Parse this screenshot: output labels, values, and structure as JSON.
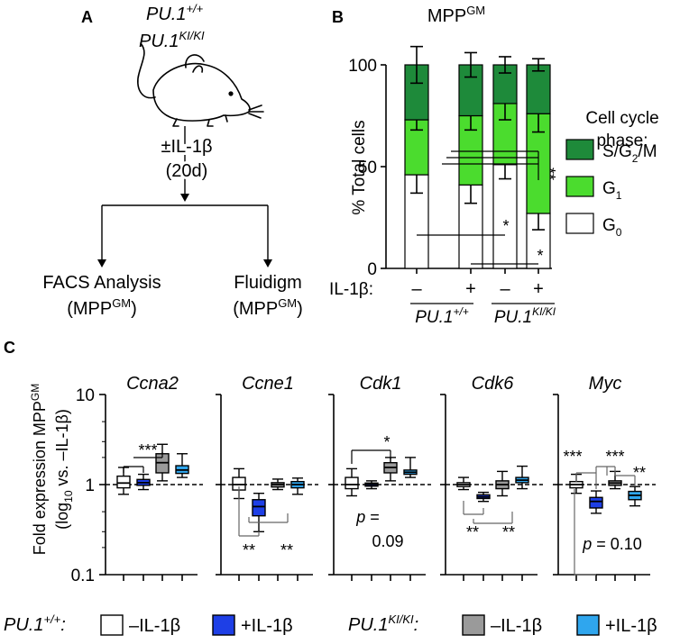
{
  "panels": {
    "a": "A",
    "b": "B",
    "c": "C"
  },
  "panel_a": {
    "genotype_wt": {
      "base": "PU.1",
      "sup": "+/+"
    },
    "genotype_ki": {
      "base": "PU.1",
      "sup": "KI/KI"
    },
    "treatment": "±IL-1β",
    "duration": "(20d)",
    "left_outcome": "FACS Analysis",
    "left_outcome_sub": {
      "base": "(MPP",
      "sup": "GM",
      "end": ")"
    },
    "right_outcome": "Fluidigm",
    "right_outcome_sub": {
      "base": "(MPP",
      "sup": "GM",
      "end": ")"
    }
  },
  "chart_data": [
    {
      "type": "bar",
      "stacked": true,
      "title": {
        "base": "MPP",
        "sup": "GM"
      },
      "ylabel": "% Total cells",
      "ylim": [
        0,
        100
      ],
      "yticks": [
        "0",
        "50",
        "100"
      ],
      "row_label": "IL-1β:",
      "categories": [
        "–",
        "+",
        "–",
        "+"
      ],
      "groups": [
        {
          "base": "PU.1",
          "sup": "+/+"
        },
        {
          "base": "PU.1",
          "sup": "KI/KI"
        }
      ],
      "legend_title_1": "Cell cycle",
      "legend_title_2": "phase:",
      "series": [
        {
          "name_base": "G",
          "name_sub": "0",
          "color": "#ffffff",
          "values": [
            46,
            41,
            51,
            27
          ],
          "err": [
            9,
            9,
            7,
            8
          ]
        },
        {
          "name_base": "G",
          "name_sub": "1",
          "color": "#4bdc2e",
          "values": [
            27,
            34,
            30,
            49
          ],
          "err": [
            5,
            7,
            8,
            9
          ]
        },
        {
          "name_base": "S/G",
          "name_sub": "2",
          "name_end": "/M",
          "color": "#1e8a3a",
          "values": [
            27,
            25,
            19,
            24
          ],
          "err": [
            9,
            6,
            4,
            3
          ]
        }
      ],
      "significance": [
        "**",
        "*",
        "*"
      ]
    },
    {
      "type": "box",
      "ylabel_line1": {
        "base": "Fold expression MPP",
        "sup": "GM"
      },
      "ylabel_line2": {
        "a": "(log",
        "sub": "10",
        "b": " vs. –IL-1β)"
      },
      "yscale": "log",
      "ylim": [
        0.1,
        10
      ],
      "yticks": [
        "0.1",
        "1",
        "10"
      ],
      "reference_line": 1,
      "box_colors": [
        "#ffffff",
        "#1e3fe6",
        "#9a9a9a",
        "#2fa6ee"
      ],
      "genes": [
        {
          "name": "Ccna2",
          "boxes": [
            {
              "min": 0.78,
              "q1": 0.92,
              "median": 1.04,
              "q3": 1.24,
              "max": 1.55
            },
            {
              "min": 0.88,
              "q1": 0.98,
              "median": 1.05,
              "q3": 1.14,
              "max": 1.3
            },
            {
              "min": 1.1,
              "q1": 1.35,
              "median": 1.75,
              "q3": 2.2,
              "max": 2.8
            },
            {
              "min": 1.2,
              "q1": 1.33,
              "median": 1.45,
              "q3": 1.62,
              "max": 2.2
            }
          ],
          "stats": [
            {
              "text": "***"
            }
          ]
        },
        {
          "name": "Ccne1",
          "boxes": [
            {
              "min": 0.7,
              "q1": 0.87,
              "median": 1.0,
              "q3": 1.2,
              "max": 1.5
            },
            {
              "min": 0.3,
              "q1": 0.45,
              "median": 0.57,
              "q3": 0.68,
              "max": 0.8
            },
            {
              "min": 0.88,
              "q1": 0.94,
              "median": 1.0,
              "q3": 1.05,
              "max": 1.15
            },
            {
              "min": 0.78,
              "q1": 0.92,
              "median": 1.0,
              "q3": 1.08,
              "max": 1.18
            }
          ],
          "stats": [
            {
              "text": "**"
            },
            {
              "text": "**"
            }
          ]
        },
        {
          "name": "Cdk1",
          "boxes": [
            {
              "min": 0.75,
              "q1": 0.9,
              "median": 1.0,
              "q3": 1.2,
              "max": 1.5
            },
            {
              "min": 0.9,
              "q1": 0.96,
              "median": 1.0,
              "q3": 1.04,
              "max": 1.1
            },
            {
              "min": 1.1,
              "q1": 1.35,
              "median": 1.55,
              "q3": 1.75,
              "max": 2.0
            },
            {
              "min": 1.2,
              "q1": 1.3,
              "median": 1.37,
              "q3": 1.45,
              "max": 2.0
            }
          ],
          "stats": [
            {
              "text": "*"
            },
            {
              "p_label": "p",
              "p_eq": " =",
              "p_value": "0.09"
            }
          ]
        },
        {
          "name": "Cdk6",
          "boxes": [
            {
              "min": 0.88,
              "q1": 0.95,
              "median": 1.0,
              "q3": 1.05,
              "max": 1.2
            },
            {
              "min": 0.65,
              "q1": 0.7,
              "median": 0.73,
              "q3": 0.77,
              "max": 0.82
            },
            {
              "min": 0.75,
              "q1": 0.9,
              "median": 1.0,
              "q3": 1.1,
              "max": 1.4
            },
            {
              "min": 0.9,
              "q1": 1.05,
              "median": 1.12,
              "q3": 1.2,
              "max": 1.6
            }
          ],
          "stats": [
            {
              "text": "**"
            },
            {
              "text": "**"
            }
          ]
        },
        {
          "name": "Myc",
          "boxes": [
            {
              "min": 0.8,
              "q1": 0.92,
              "median": 1.0,
              "q3": 1.08,
              "max": 1.3
            },
            {
              "min": 0.48,
              "q1": 0.55,
              "median": 0.65,
              "q3": 0.72,
              "max": 0.85
            },
            {
              "min": 0.9,
              "q1": 0.98,
              "median": 1.04,
              "q3": 1.1,
              "max": 1.4
            },
            {
              "min": 0.58,
              "q1": 0.68,
              "median": 0.76,
              "q3": 0.84,
              "max": 0.95
            }
          ],
          "stats": [
            {
              "text": "***"
            },
            {
              "text": "***"
            },
            {
              "text": "**"
            },
            {
              "p_label": "p",
              "p_eq": " = ",
              "p_value": "0.10"
            }
          ]
        }
      ]
    }
  ],
  "legend_c": {
    "wt": {
      "base": "PU.1",
      "sup": "+/+",
      "end": ":"
    },
    "ki": {
      "base": "PU.1",
      "sup": "KI/KI",
      "end": ":"
    },
    "items": [
      {
        "label": "–IL-1β",
        "color": "#ffffff"
      },
      {
        "label": "+IL-1β",
        "color": "#1e3fe6"
      },
      {
        "label": "–IL-1β",
        "color": "#9a9a9a"
      },
      {
        "label": "+IL-1β",
        "color": "#2fa6ee"
      }
    ]
  }
}
